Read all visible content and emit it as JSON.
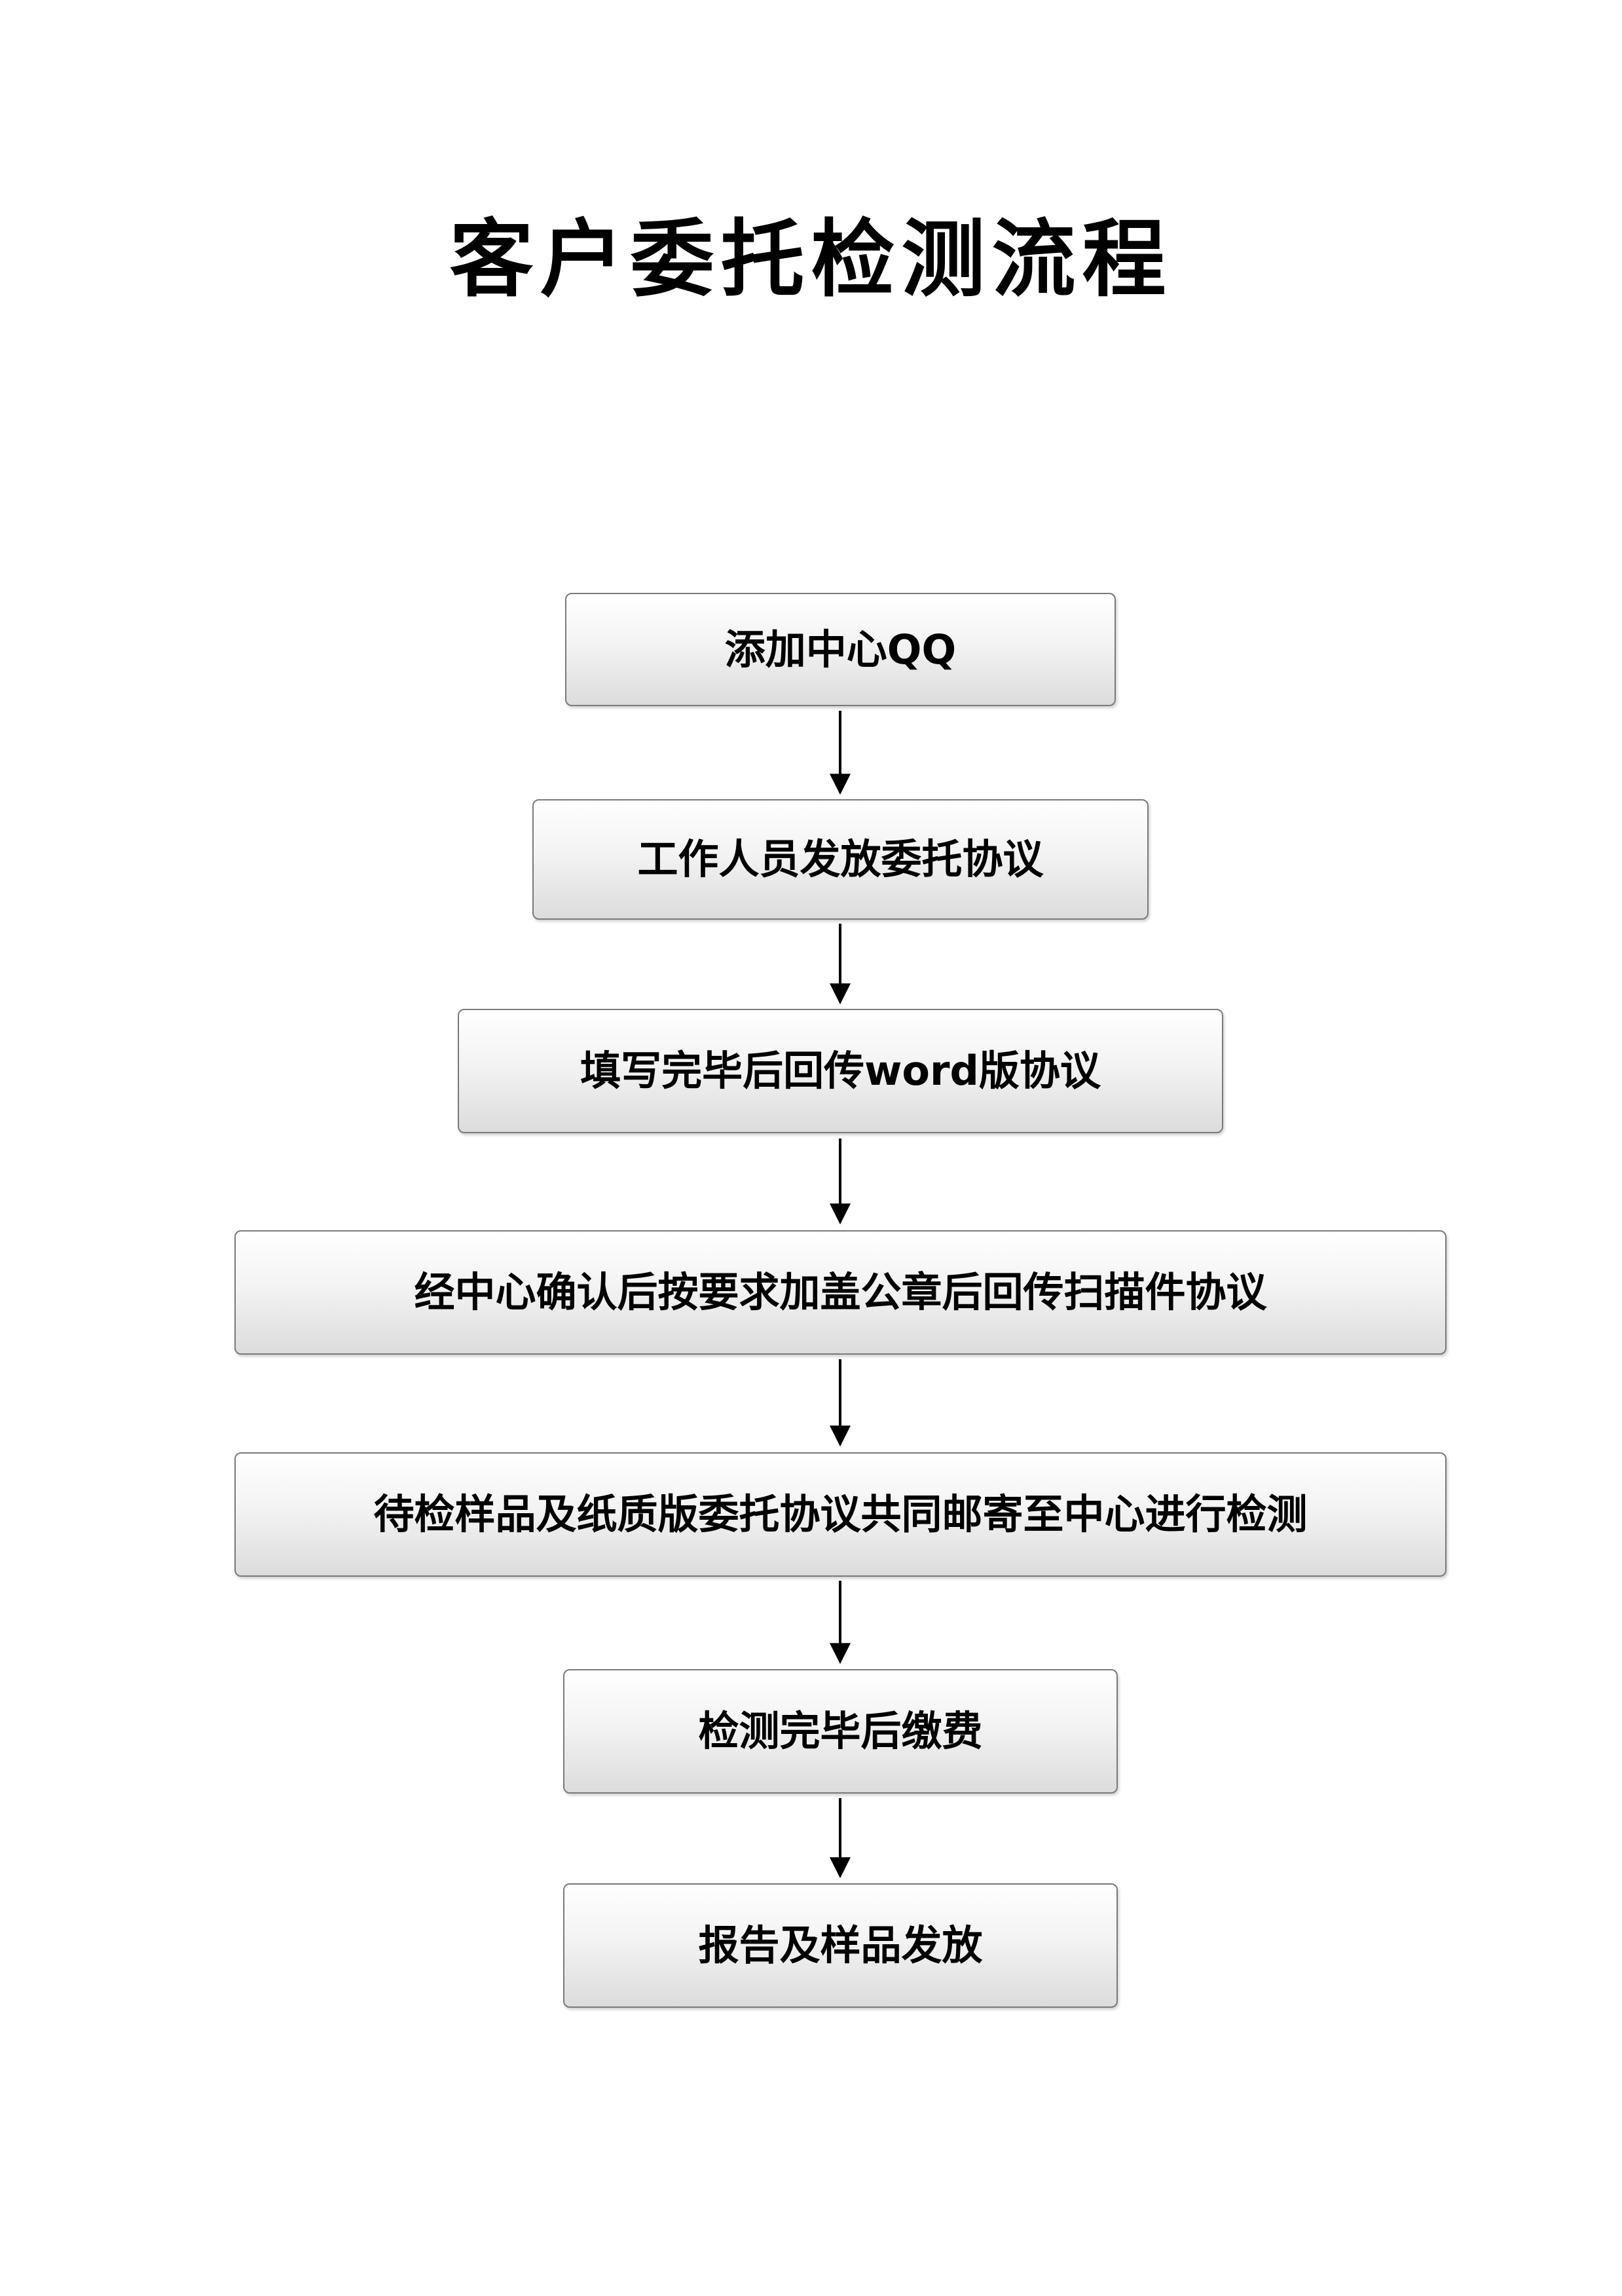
{
  "title": "客户委托检测流程",
  "steps": [
    {
      "label": "添加中心QQ"
    },
    {
      "label": "工作人员发放委托协议"
    },
    {
      "label": "填写完毕后回传word版协议"
    },
    {
      "label": "经中心确认后按要求加盖公章后回传扫描件协议"
    },
    {
      "label": "待检样品及纸质版委托协议共同邮寄至中心进行检测"
    },
    {
      "label": "检测完毕后缴费"
    },
    {
      "label": "报告及样品发放"
    }
  ],
  "colors": {
    "box_border": "#7a7a7a",
    "box_top": "#ffffff",
    "box_bottom": "#dcdcdc",
    "arrow": "#000000",
    "text": "#000000"
  }
}
